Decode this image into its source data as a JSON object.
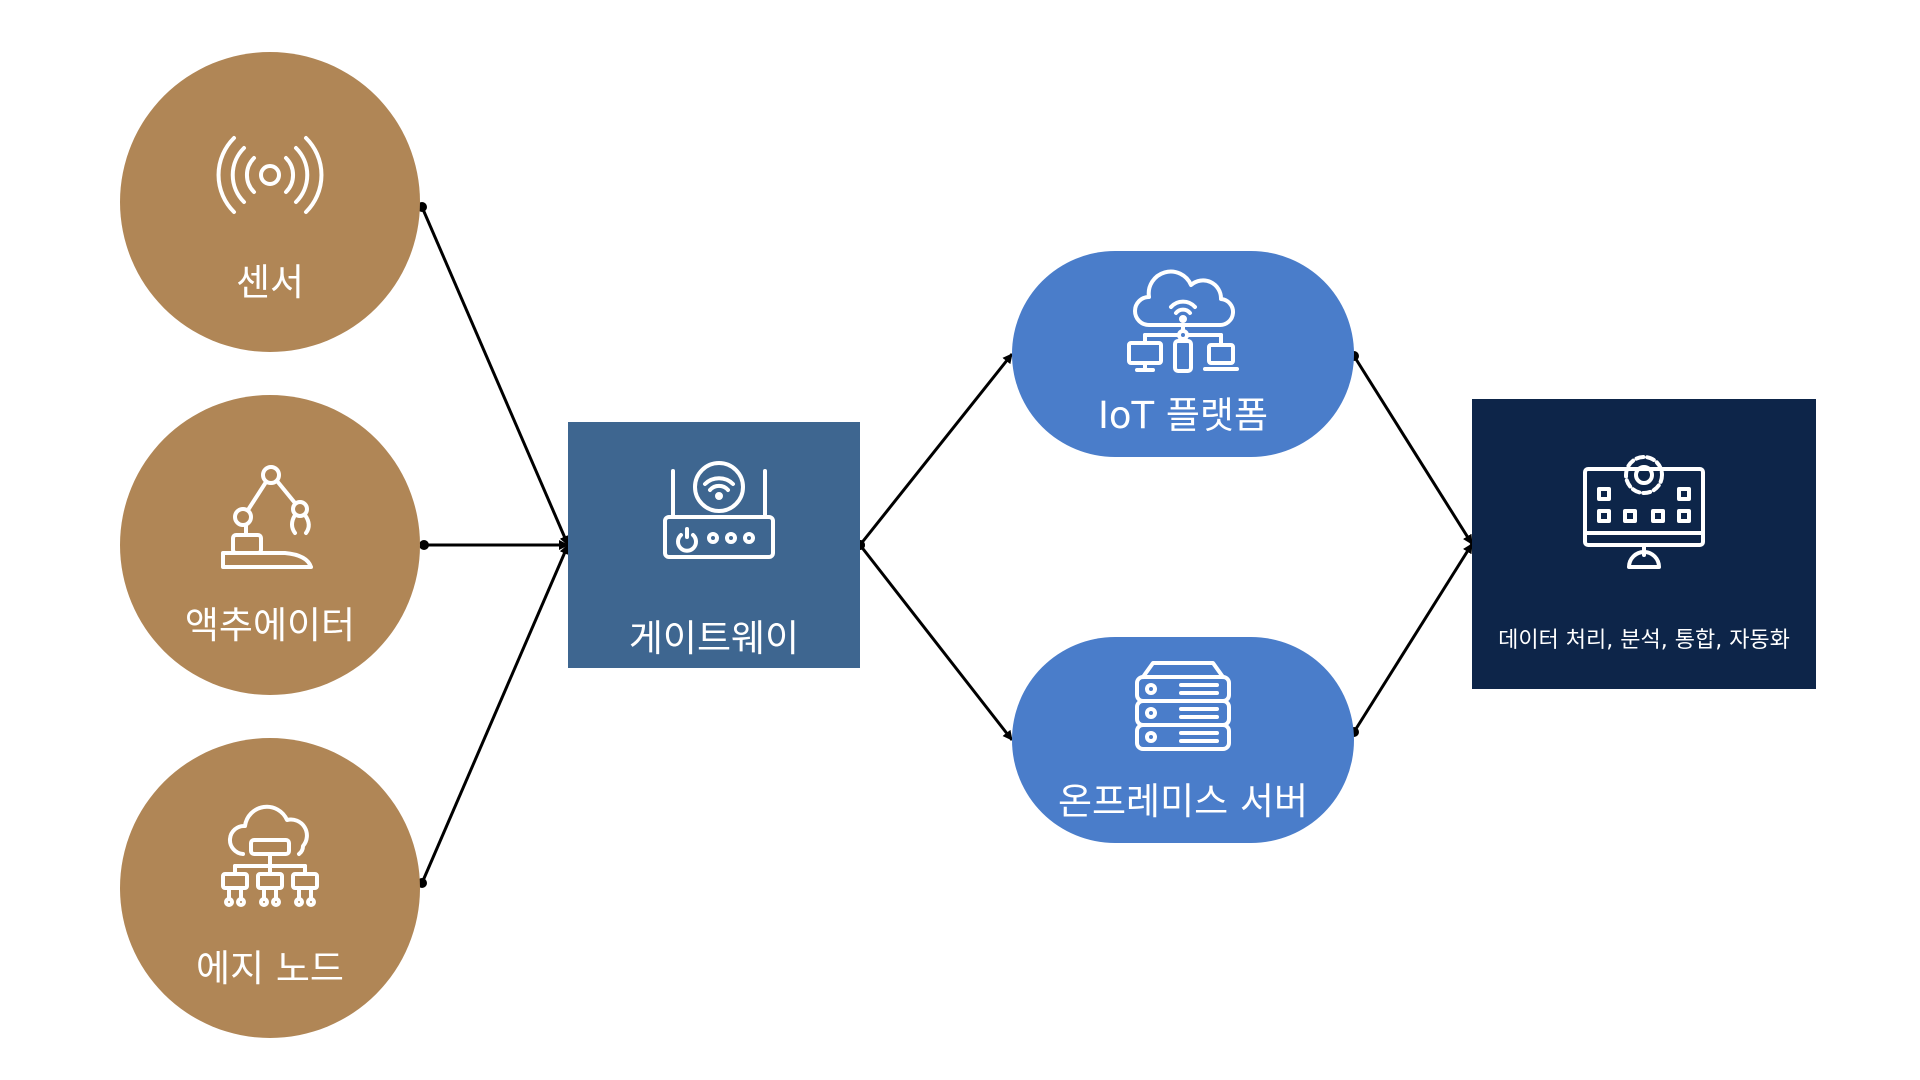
{
  "colors": {
    "circle": "#B08656",
    "gateway": "#3E6690",
    "pill": "#4A7DCA",
    "data": "#0D2549",
    "edge": "#000000",
    "text": "#FFFFFF"
  },
  "nodes": {
    "sensor": {
      "label": "센서",
      "icon": "signal-broadcast-icon"
    },
    "actuator": {
      "label": "액추에이터",
      "icon": "robot-arm-icon"
    },
    "edge_node": {
      "label": "에지 노드",
      "icon": "cloud-network-icon"
    },
    "gateway": {
      "label": "게이트웨이",
      "icon": "wifi-router-icon"
    },
    "iot_platform": {
      "label": "IoT 플랫폼",
      "icon": "cloud-devices-icon"
    },
    "onprem_server": {
      "label": "온프레미스 서버",
      "icon": "server-rack-icon"
    },
    "data_processing": {
      "label": "데이터 처리, 분석, 통합, 자동화",
      "icon": "monitor-gear-icon"
    }
  },
  "edges": [
    {
      "from": "sensor",
      "to": "gateway"
    },
    {
      "from": "actuator",
      "to": "gateway"
    },
    {
      "from": "edge_node",
      "to": "gateway"
    },
    {
      "from": "gateway",
      "to": "iot_platform"
    },
    {
      "from": "gateway",
      "to": "onprem_server"
    },
    {
      "from": "iot_platform",
      "to": "data_processing"
    },
    {
      "from": "onprem_server",
      "to": "data_processing"
    }
  ]
}
